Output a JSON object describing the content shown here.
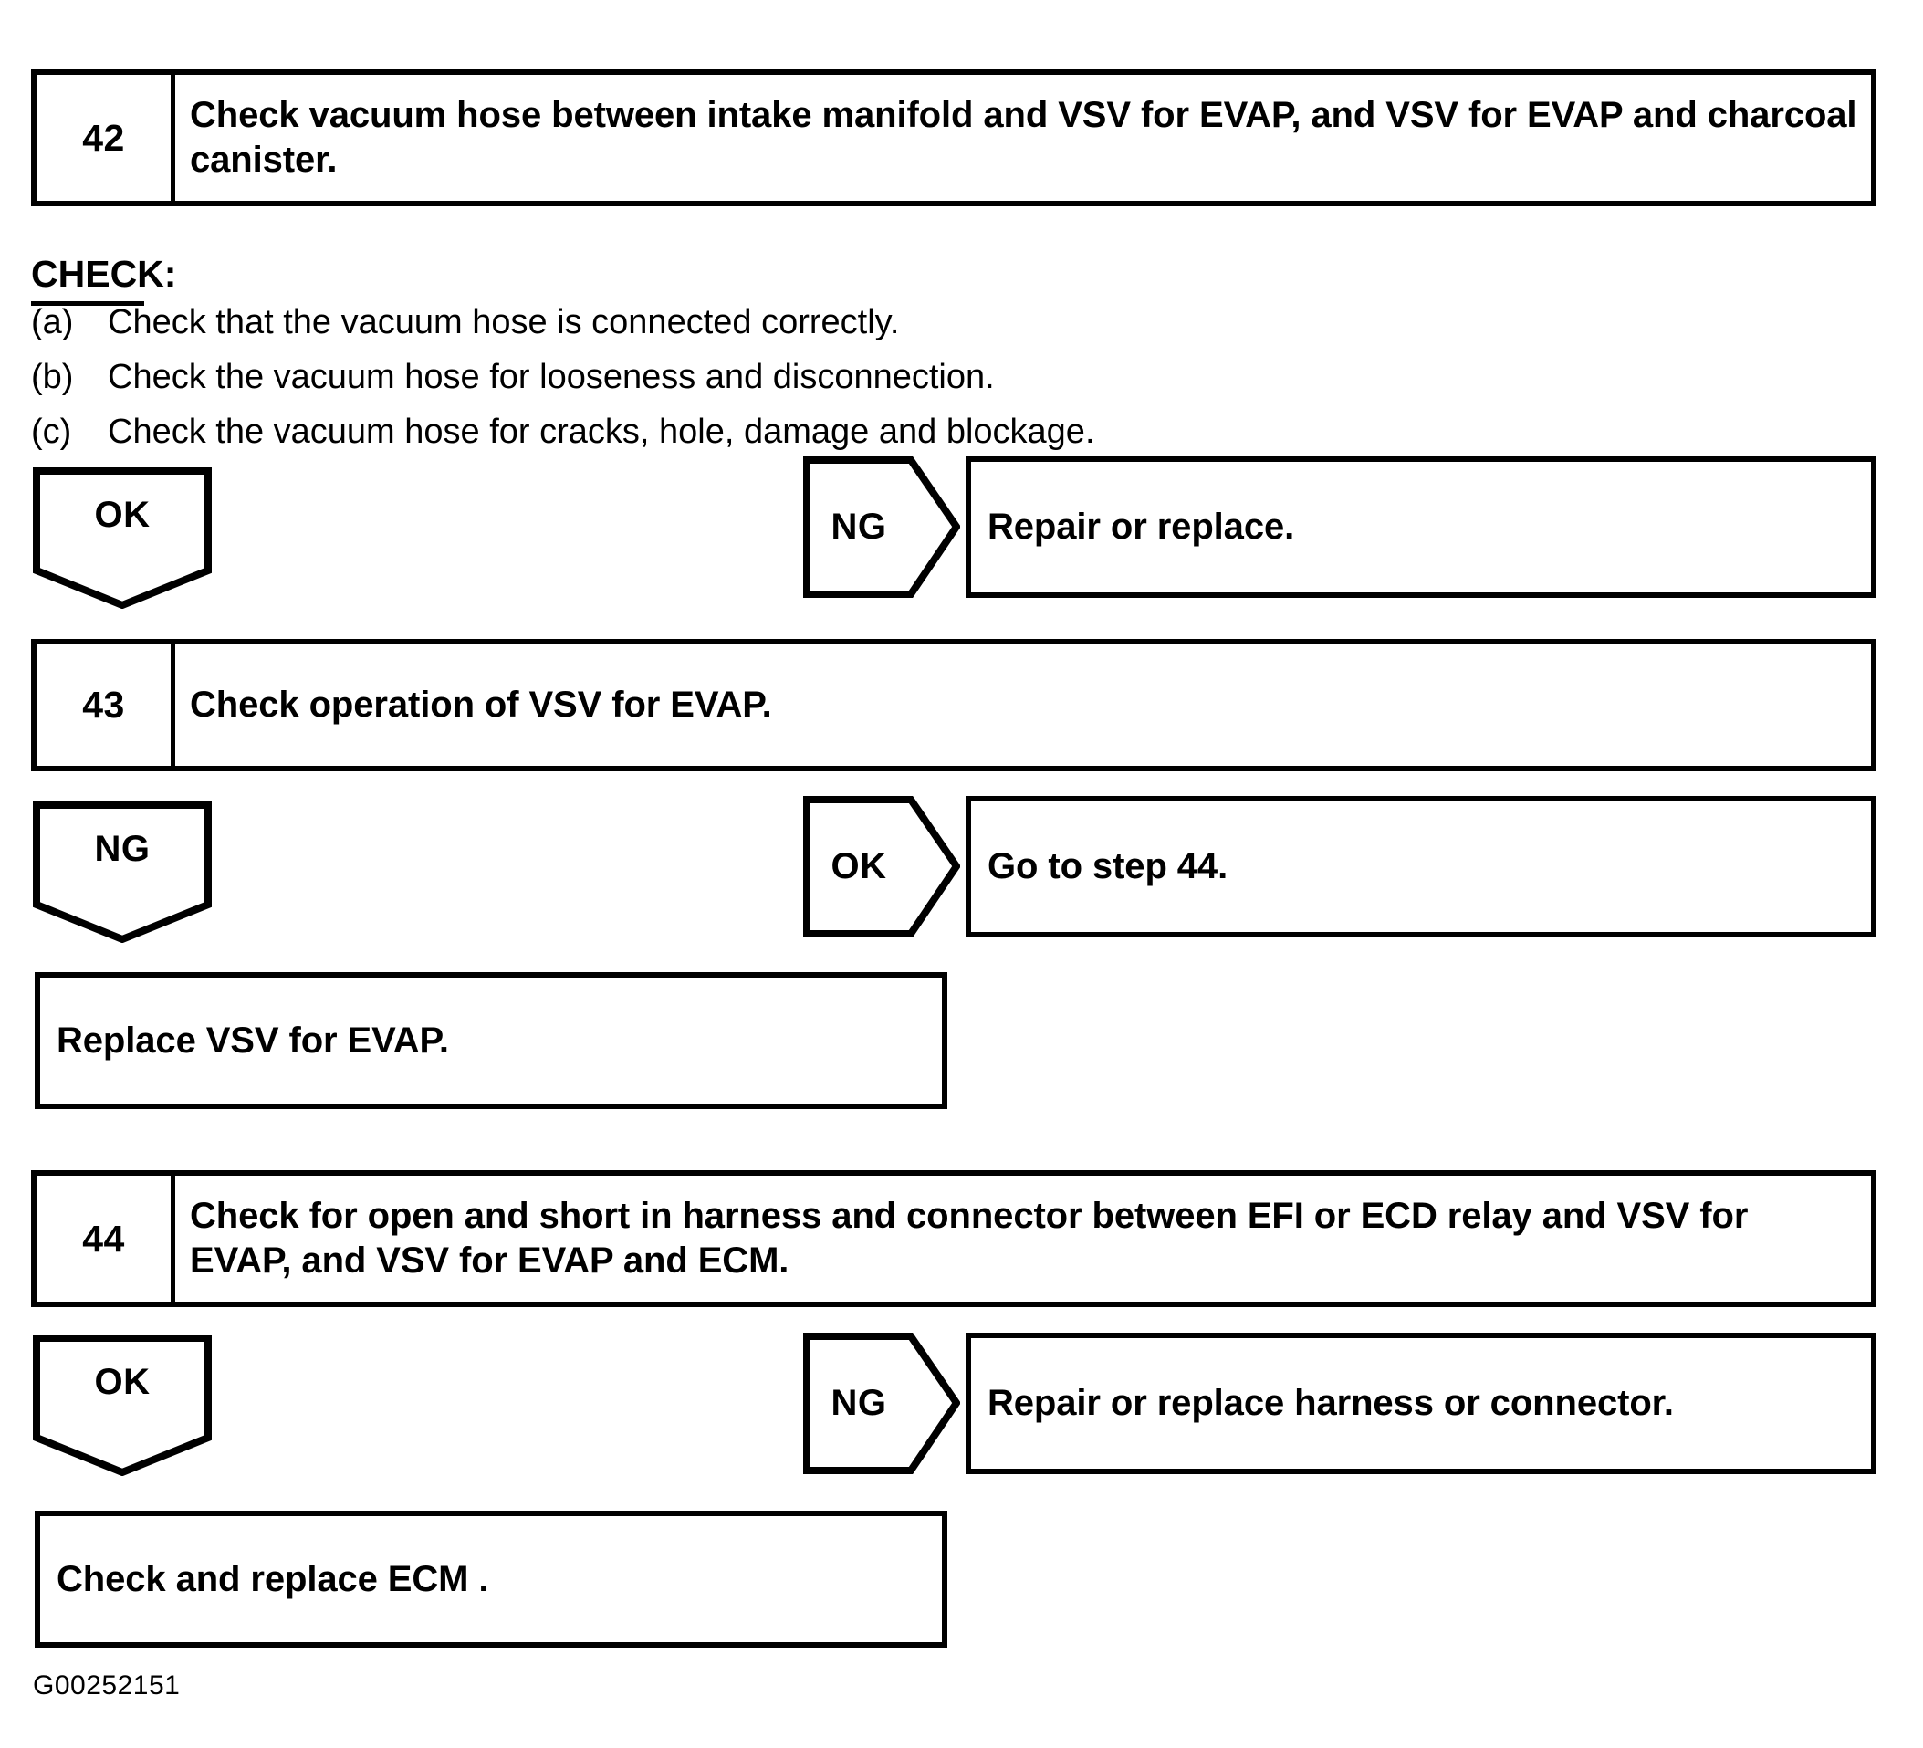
{
  "document": {
    "type": "diagnostic-troubleshooting-flowchart",
    "figure_code": "G00252151"
  },
  "steps": [
    {
      "number": "42",
      "text": "Check vacuum hose between intake manifold and VSV for EVAP, and VSV for EVAP and charcoal canister."
    },
    {
      "number": "43",
      "text": "Check operation of VSV for EVAP."
    },
    {
      "number": "44",
      "text": "Check for open and short in harness and connector between EFI or ECD relay and VSV for EVAP, and VSV for EVAP and ECM."
    }
  ],
  "check_section": {
    "heading": "CHECK:",
    "items": [
      {
        "marker": "(a)",
        "text": "Check that the vacuum hose is connected correctly."
      },
      {
        "marker": "(b)",
        "text": "Check the vacuum hose for looseness and disconnection."
      },
      {
        "marker": "(c)",
        "text": "Check the vacuum hose for cracks, hole, damage and blockage."
      }
    ]
  },
  "branches": {
    "step42_ok": "OK",
    "step42_ng": "NG",
    "step42_ng_action": "Repair or replace.",
    "step43_ng": "NG",
    "step43_ok": "OK",
    "step43_ok_action": "Go to step 44.",
    "step43_ng_action": "Replace VSV for EVAP.",
    "step44_ok": "OK",
    "step44_ng": "NG",
    "step44_ng_action": "Repair or replace harness or connector.",
    "step44_ok_action": "Check and replace ECM ."
  },
  "colors": {
    "ink": "#000000",
    "paper": "#ffffff"
  }
}
